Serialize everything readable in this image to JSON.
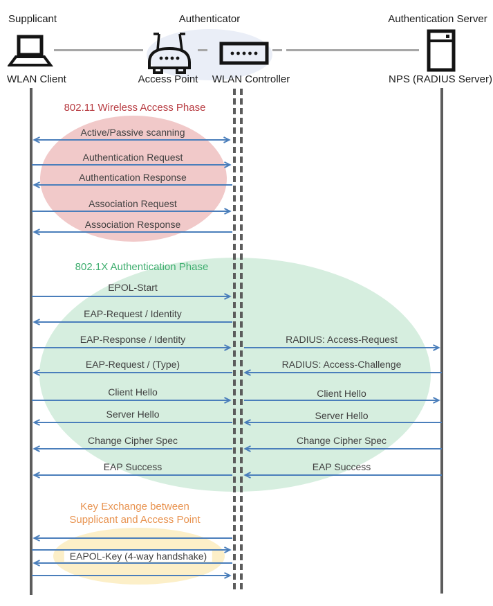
{
  "header": {
    "supplicant_role": "Supplicant",
    "authenticator_role": "Authenticator",
    "auth_server_role": "Authentication Server",
    "wlan_client": "WLAN Client",
    "access_point": "Access Point",
    "wlan_controller": "WLAN Controller",
    "radius_server": "NPS (RADIUS Server)"
  },
  "phases": {
    "wireless_access": {
      "title": "802.11 Wireless Access Phase"
    },
    "authentication": {
      "title": "802.1X Authentication Phase"
    },
    "key_exchange": {
      "title_line1": "Key Exchange between",
      "title_line2": "Supplicant and Access Point"
    }
  },
  "messages": {
    "scanning": "Active/Passive scanning",
    "authentication_request": "Authentication Request",
    "authentication_response": "Authentication Response",
    "association_request": "Association Request",
    "association_response": "Association Response",
    "epol_start": "EPOL-Start",
    "eap_request_identity": "EAP-Request / Identity",
    "eap_response_identity": "EAP-Response / Identity",
    "radius_access_request": "RADIUS: Access-Request",
    "eap_request_type": "EAP-Request / (Type)",
    "radius_access_challenge": "RADIUS: Access-Challenge",
    "client_hello": "Client Hello",
    "server_hello": "Server Hello",
    "change_cipher_spec": "Change Cipher Spec",
    "eap_success": "EAP Success",
    "eapol_key": "EAPOL-Key (4-way handshake)"
  },
  "icons": {
    "laptop": "laptop-icon",
    "access_point": "wireless-router-icon",
    "wlan_controller": "controller-box-icon",
    "server": "server-tower-icon"
  },
  "colors": {
    "arrow": "#4A7EBB",
    "lifeline": "#5c5c5c",
    "connector": "#A6A6A6",
    "phase_80211": "#B73A40",
    "phase_8021x": "#3FAE6F",
    "phase_key_exchange": "#E89350",
    "ellipse_80211": "#F1C9C9",
    "ellipse_8021x": "#D6EEDF",
    "ellipse_key_exchange": "#FCEFC8",
    "ellipse_authenticator": "#EAEEF7",
    "message_text": "#404040",
    "device_text": "#1a1a1a"
  }
}
